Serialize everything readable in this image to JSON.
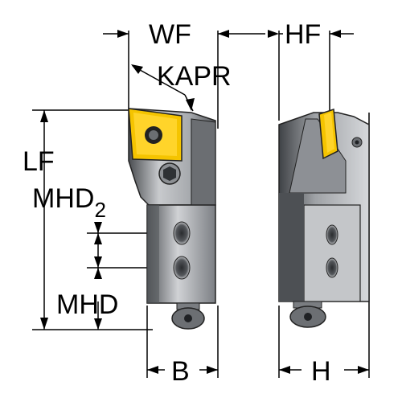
{
  "labels": {
    "wf": "WF",
    "hf": "HF",
    "kapr": "KAPR",
    "lf": "LF",
    "mhd2_main": "MHD",
    "mhd2_sub": "2",
    "mhd": "MHD",
    "b": "B",
    "h": "H"
  },
  "colors": {
    "body_dark": "#5a5d61",
    "body_light": "#c9cbce",
    "body_mid": "#9a9da2",
    "insert": "#f5c400",
    "insert_dark": "#b88f00",
    "line": "#000000"
  }
}
